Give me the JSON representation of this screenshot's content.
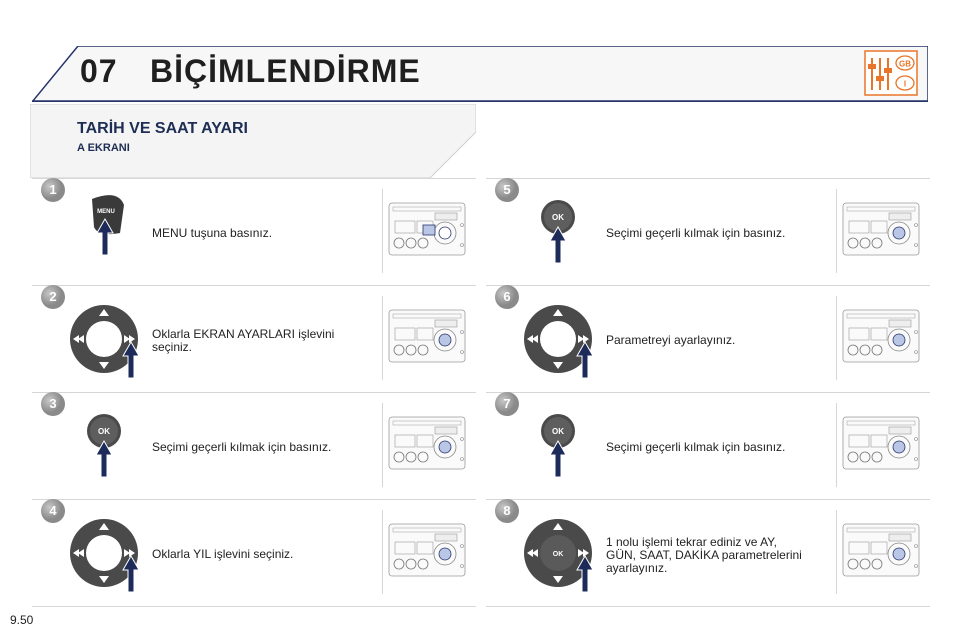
{
  "header": {
    "chapter": "07",
    "title": "BİÇİMLENDİRME",
    "flag_top": "GB",
    "flag_bottom": "I"
  },
  "section": {
    "title": "TARİH VE SAAT AYARI",
    "subtitle": "A EKRANI"
  },
  "control_labels": {
    "menu": "MENU",
    "ok": "OK"
  },
  "steps": [
    {
      "number": "1",
      "control": "menu-button",
      "text_lines": [
        "MENU tuşuna basınız."
      ]
    },
    {
      "number": "2",
      "control": "arrow-pad",
      "text_lines": [
        "Oklarla EKRAN AYARLARI işlevini",
        "seçiniz."
      ]
    },
    {
      "number": "3",
      "control": "ok-button",
      "text_lines": [
        "Seçimi geçerli kılmak için basınız."
      ]
    },
    {
      "number": "4",
      "control": "arrow-pad",
      "text_lines": [
        "Oklarla YIL işlevini seçiniz."
      ]
    },
    {
      "number": "5",
      "control": "ok-button",
      "text_lines": [
        "Seçimi geçerli kılmak için basınız."
      ]
    },
    {
      "number": "6",
      "control": "arrow-pad",
      "text_lines": [
        "Parametreyi ayarlayınız."
      ]
    },
    {
      "number": "7",
      "control": "ok-button",
      "text_lines": [
        "Seçimi geçerli kılmak için basınız."
      ]
    },
    {
      "number": "8",
      "control": "arrow-pad-ok",
      "text_lines": [
        "1 nolu işlemi tekrar ediniz ve AY,",
        "GÜN, SAAT, DAKİKA parametrelerini",
        "ayarlayınız."
      ]
    }
  ],
  "footer": {
    "page_number": "9.50"
  },
  "colors": {
    "accent_blue": "#1e2d54",
    "badge_gray": "#8a8a8a",
    "arrow_navy": "#1c2b5a",
    "flag_orange": "#e8762a"
  }
}
